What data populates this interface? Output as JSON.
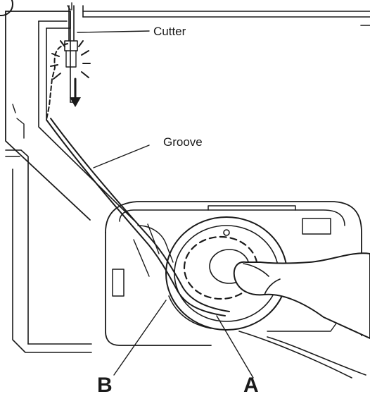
{
  "diagram": {
    "labels": {
      "cutter": "Cutter",
      "groove": "Groove",
      "point_b": "B",
      "point_a": "A"
    },
    "icons": [
      "step-number-circle",
      "cutter-spark-icon",
      "down-arrow-icon",
      "finger-illustration",
      "bobbin-illustration"
    ],
    "colors": {
      "ink": "#1a1a1a",
      "background": "#ffffff"
    }
  }
}
